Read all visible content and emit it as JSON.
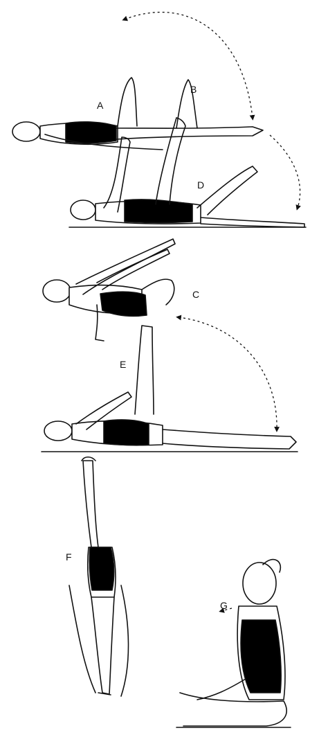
{
  "figure": {
    "labels": {
      "a": "A",
      "b": "B",
      "c": "C",
      "d": "D",
      "e": "E",
      "f": "F",
      "g": "G"
    },
    "colors": {
      "ink": "#111111",
      "paper": "#ffffff",
      "fill": "#000000"
    }
  }
}
